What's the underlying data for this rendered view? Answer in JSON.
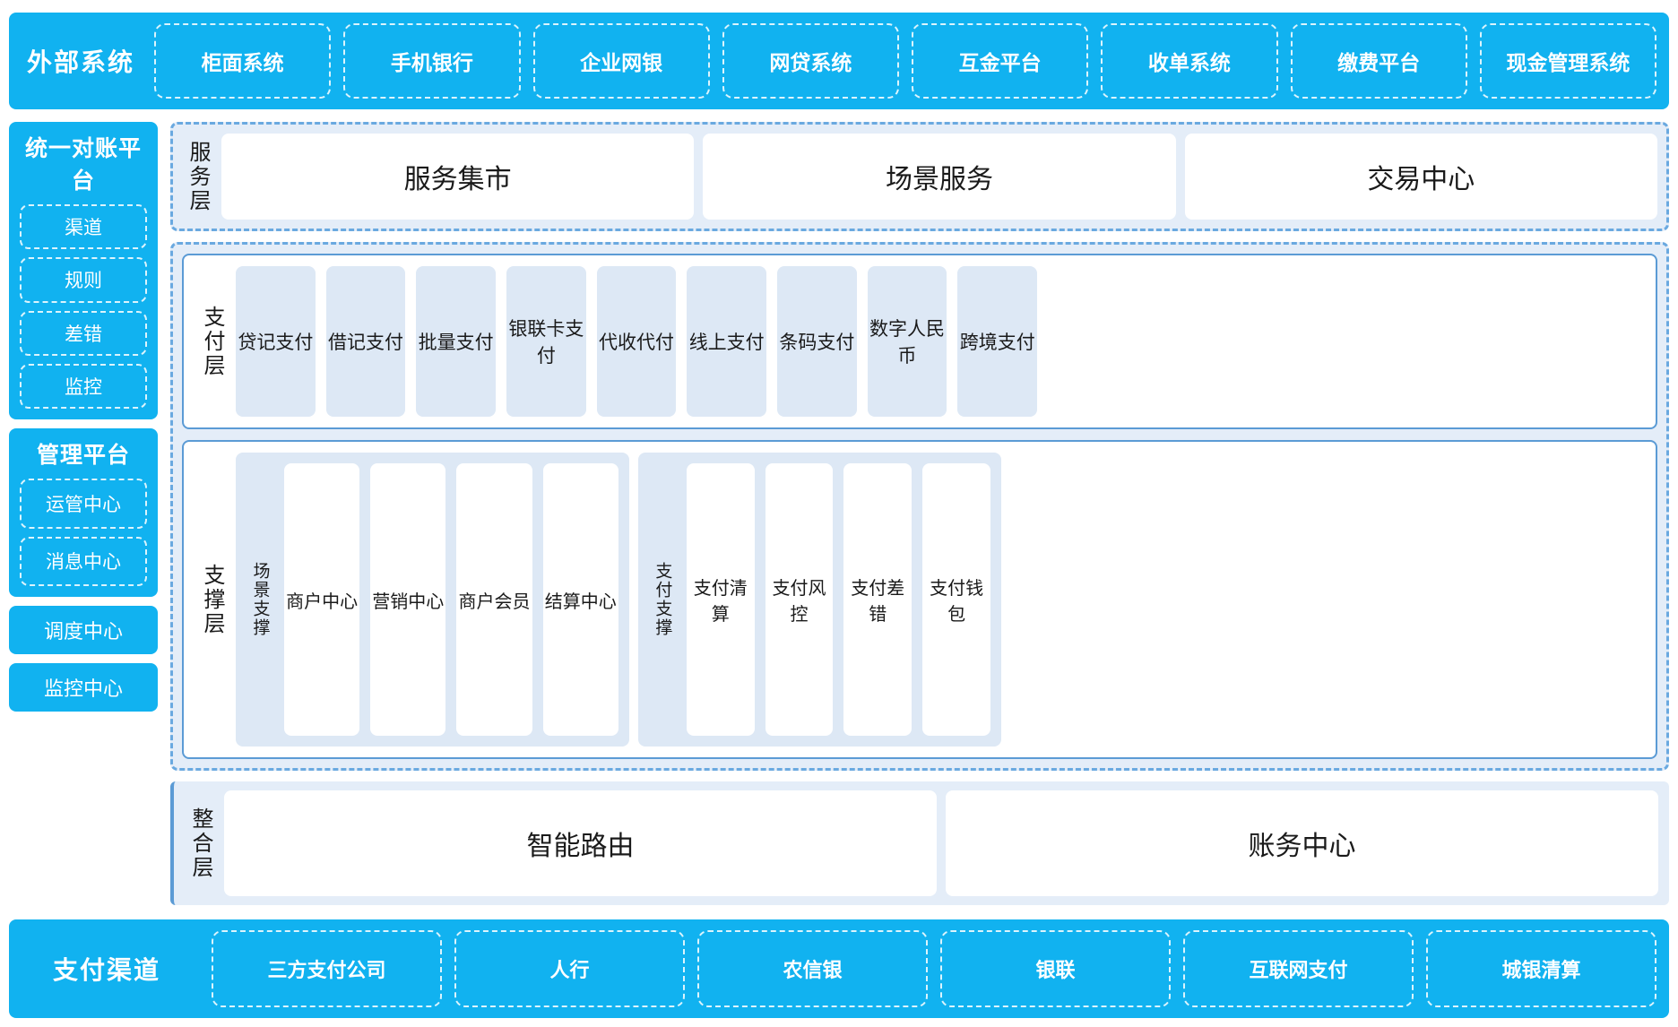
{
  "external_systems": {
    "title": "外部系统",
    "items": [
      "柜面系统",
      "手机银行",
      "企业网银",
      "网贷系统",
      "互金平台",
      "收单系统",
      "缴费平台",
      "现金管理系统"
    ]
  },
  "left_rail": {
    "reconciliation": {
      "title": "统一对账平台",
      "items": [
        "渠道",
        "规则",
        "差错",
        "监控"
      ]
    },
    "management": {
      "title": "管理平台",
      "items": [
        "运管中心",
        "消息中心"
      ]
    },
    "standalone": [
      "调度中心",
      "监控中心"
    ]
  },
  "service_layer": {
    "label": "服务层",
    "items": [
      "服务集市",
      "场景服务",
      "交易中心"
    ]
  },
  "payment_layer": {
    "label": "支付层",
    "items": [
      "贷记支付",
      "借记支付",
      "批量支付",
      "银联卡支付",
      "代收代付",
      "线上支付",
      "条码支付",
      "数字人民币",
      "跨境支付"
    ]
  },
  "support_layer": {
    "label": "支撑层",
    "groups": [
      {
        "label": "场景支撑",
        "items": [
          "商户中心",
          "营销中心",
          "商户会员",
          "结算中心"
        ]
      },
      {
        "label": "支付支撑",
        "items": [
          "支付清算",
          "支付风控",
          "支付差错",
          "支付钱包"
        ]
      }
    ]
  },
  "integration_layer": {
    "label": "整合层",
    "items": [
      "智能路由",
      "账务中心"
    ]
  },
  "payment_channels": {
    "title": "支付渠道",
    "items": [
      "三方支付公司",
      "人行",
      "农信银",
      "银联",
      "互联网支付",
      "城银清算"
    ]
  },
  "colors": {
    "brand_blue": "#11b2f0",
    "panel_blue": "#e4edf8",
    "tile_blue": "#dde8f5",
    "border_blue": "#5b9bd5",
    "dash_blue": "#6aa9e0",
    "white": "#ffffff",
    "text": "#1a1a1a"
  }
}
